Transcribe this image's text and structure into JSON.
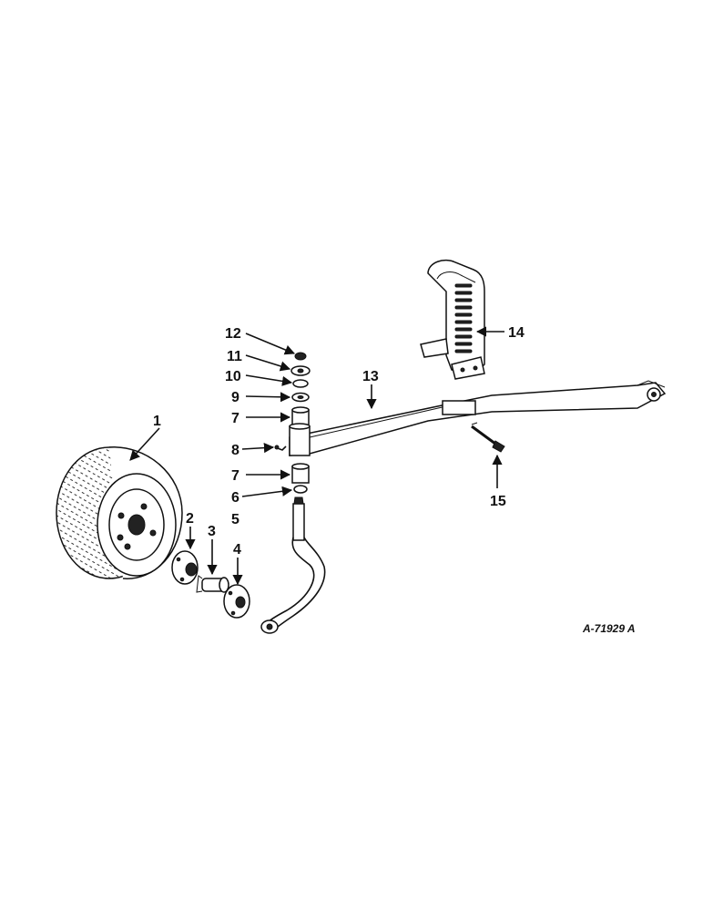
{
  "diagram": {
    "figure_id": "A-71929 A",
    "callouts": [
      {
        "id": "1",
        "label": "1"
      },
      {
        "id": "2",
        "label": "2"
      },
      {
        "id": "3",
        "label": "3"
      },
      {
        "id": "4",
        "label": "4"
      },
      {
        "id": "5",
        "label": "5"
      },
      {
        "id": "6",
        "label": "6"
      },
      {
        "id": "7a",
        "label": "7"
      },
      {
        "id": "7b",
        "label": "7"
      },
      {
        "id": "8",
        "label": "8"
      },
      {
        "id": "9",
        "label": "9"
      },
      {
        "id": "10",
        "label": "10"
      },
      {
        "id": "11",
        "label": "11"
      },
      {
        "id": "12",
        "label": "12"
      },
      {
        "id": "13",
        "label": "13"
      },
      {
        "id": "14",
        "label": "14"
      },
      {
        "id": "15",
        "label": "15"
      }
    ]
  }
}
